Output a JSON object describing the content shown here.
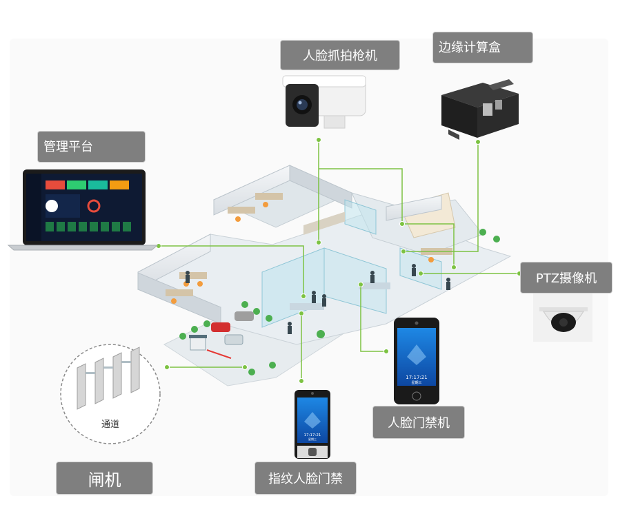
{
  "labels": {
    "bullet_camera": "人脸抓拍枪机",
    "edge_box": "边缘计算盒",
    "platform": "管理平台",
    "ptz": "PTZ摄像机",
    "face_terminal": "人脸门禁机",
    "fingerprint_terminal": "指纹人脸门禁",
    "gate": "闸机",
    "gate_channel": "通道"
  },
  "terminal_screen": {
    "time": "17:17:21",
    "day": "星期三"
  },
  "colors": {
    "tag_bg": "#7f7f7f",
    "connector": "#7cc242",
    "dashboard_dark": "#0e1a33",
    "terminal_blue": "#1565c0",
    "floor": "#e9eef2"
  },
  "icons": {
    "bullet_camera": "bullet-camera-icon",
    "edge_box": "edge-box-icon",
    "platform": "laptop-icon",
    "ptz": "dome-camera-icon",
    "face_terminal": "face-terminal-icon",
    "fingerprint_terminal": "fingerprint-terminal-icon",
    "gate": "turnstile-icon"
  }
}
